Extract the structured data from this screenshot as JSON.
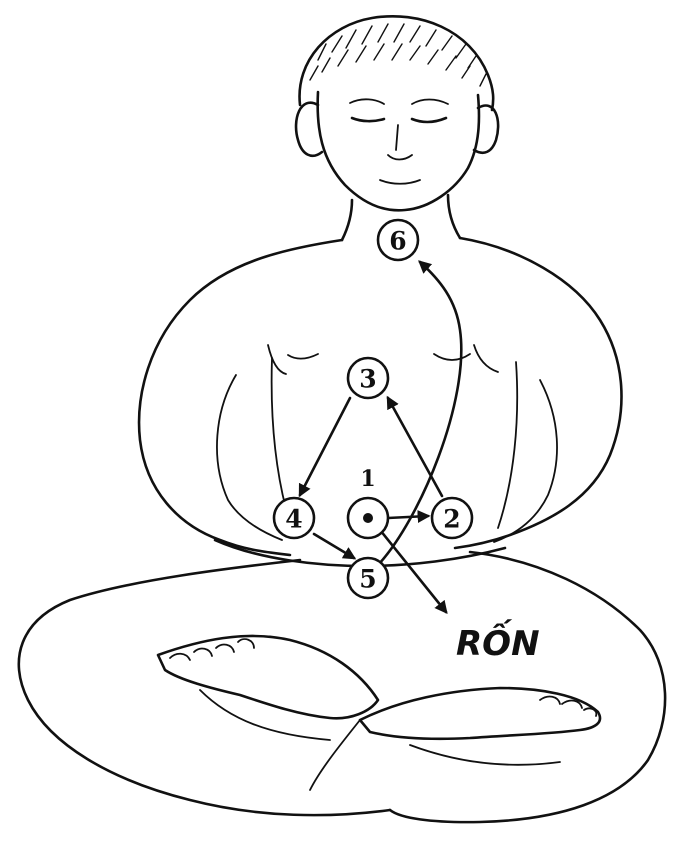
{
  "diagram": {
    "points": [
      {
        "id": "1",
        "label": "1"
      },
      {
        "id": "2",
        "label": "2"
      },
      {
        "id": "3",
        "label": "3"
      },
      {
        "id": "4",
        "label": "4"
      },
      {
        "id": "5",
        "label": "5"
      },
      {
        "id": "6",
        "label": "6"
      }
    ],
    "navel_label": "RỐN",
    "flow_sequence": [
      "1",
      "2",
      "3",
      "4",
      "5",
      "6"
    ],
    "ink_color": "#111111",
    "background_color": "#ffffff"
  }
}
